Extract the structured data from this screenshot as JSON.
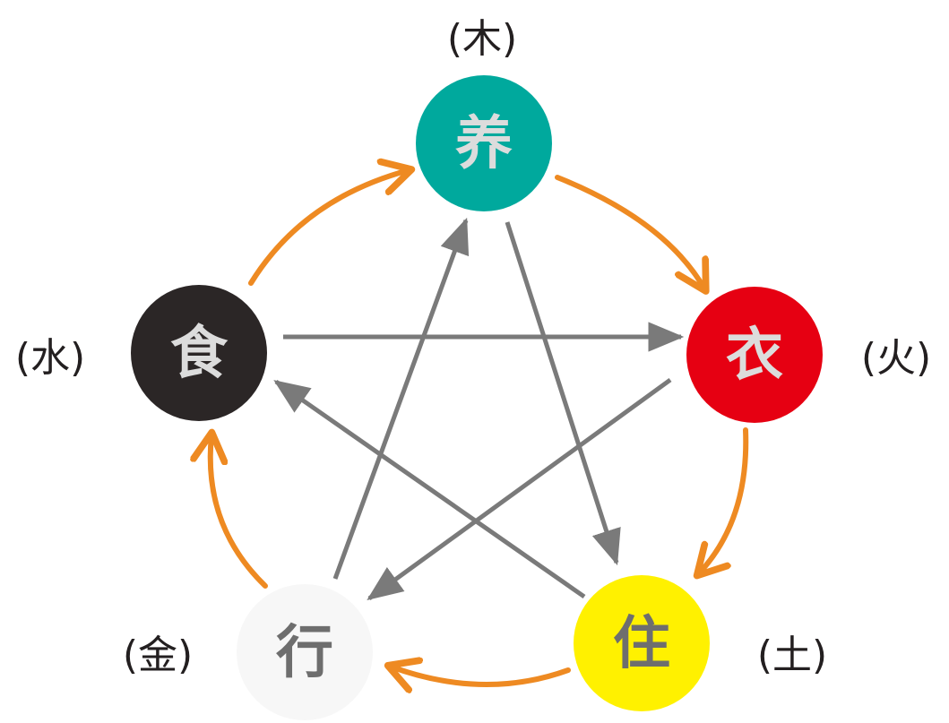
{
  "colors": {
    "generating_arrow": "#ee8a22",
    "controlling_arrow": "#7a7a7a",
    "label_text": "#231f20"
  },
  "nodes": [
    {
      "id": "yang",
      "char": "养",
      "element_label": "(木)",
      "fill": "#00a99d",
      "text_color": "#dcdcdc"
    },
    {
      "id": "yi",
      "char": "衣",
      "element_label": "(火)",
      "fill": "#e60012",
      "text_color": "#dcdcdc"
    },
    {
      "id": "zhu",
      "char": "住",
      "element_label": "(土)",
      "fill": "#fff100",
      "text_color": "#6e6e6e"
    },
    {
      "id": "xing",
      "char": "行",
      "element_label": "(金)",
      "fill": "#f7f7f7",
      "text_color": "#6e6e6e"
    },
    {
      "id": "shi",
      "char": "食",
      "element_label": "(水)",
      "fill": "#2b2626",
      "text_color": "#dcdcdc"
    }
  ],
  "generating_cycle": [
    {
      "from": "yang",
      "to": "yi"
    },
    {
      "from": "yi",
      "to": "zhu"
    },
    {
      "from": "zhu",
      "to": "xing"
    },
    {
      "from": "xing",
      "to": "shi"
    },
    {
      "from": "shi",
      "to": "yang"
    }
  ],
  "controlling_cycle": [
    {
      "from": "yang",
      "to": "zhu"
    },
    {
      "from": "zhu",
      "to": "shi"
    },
    {
      "from": "shi",
      "to": "yi"
    },
    {
      "from": "yi",
      "to": "xing"
    },
    {
      "from": "xing",
      "to": "yang"
    }
  ]
}
